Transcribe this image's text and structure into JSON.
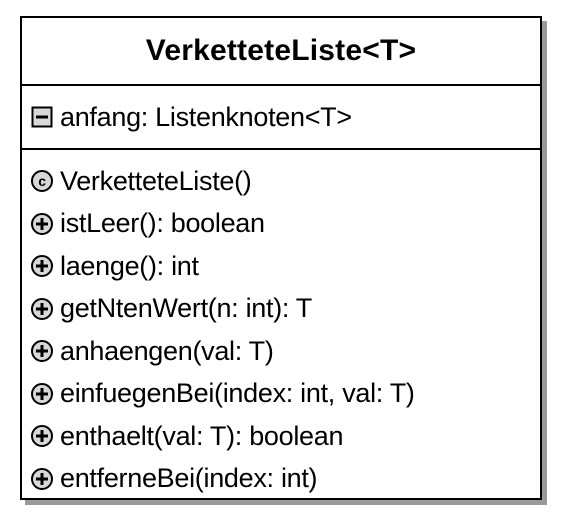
{
  "class": {
    "name": "VerketteteListe<T>",
    "attributes": [
      {
        "visibility": "private",
        "icon": "private-member-icon",
        "text": "anfang: Listenknoten<T>"
      }
    ],
    "operations": [
      {
        "kind": "constructor",
        "icon": "constructor-icon",
        "text": "VerketteteListe()"
      },
      {
        "kind": "public",
        "icon": "public-method-icon",
        "text": "istLeer(): boolean"
      },
      {
        "kind": "public",
        "icon": "public-method-icon",
        "text": "laenge(): int"
      },
      {
        "kind": "public",
        "icon": "public-method-icon",
        "text": "getNtenWert(n: int): T"
      },
      {
        "kind": "public",
        "icon": "public-method-icon",
        "text": "anhaengen(val: T)"
      },
      {
        "kind": "public",
        "icon": "public-method-icon",
        "text": "einfuegenBei(index: int, val: T)"
      },
      {
        "kind": "public",
        "icon": "public-method-icon",
        "text": "enthaelt(val: T): boolean"
      },
      {
        "kind": "public",
        "icon": "public-method-icon",
        "text": "entferneBei(index: int)"
      }
    ]
  }
}
